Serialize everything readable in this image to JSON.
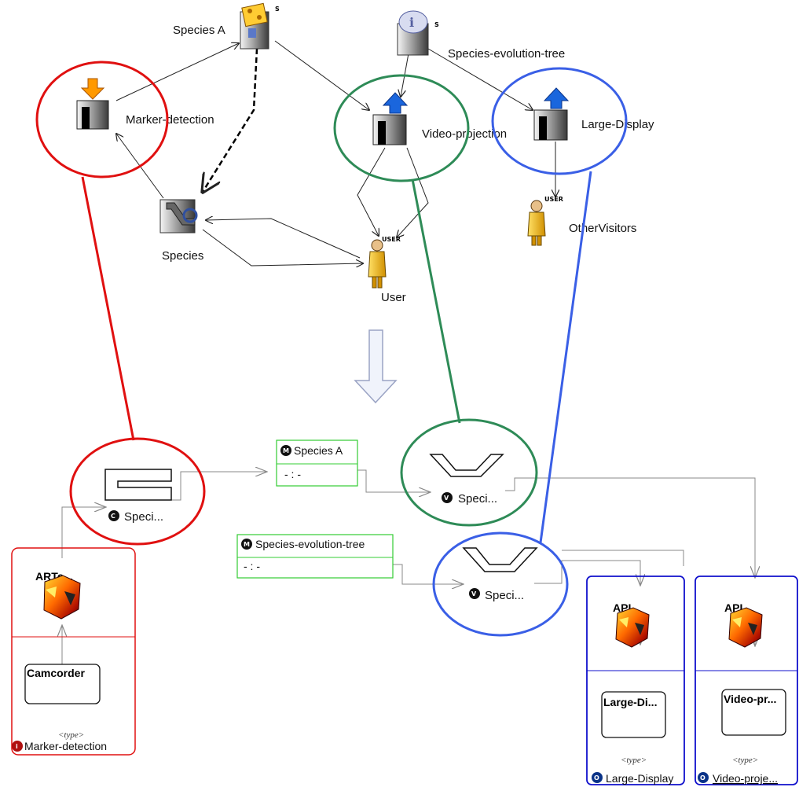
{
  "top": {
    "species_a": "Species A",
    "species_evolution_tree": "Species-evolution-tree",
    "marker_detection": "Marker-detection",
    "video_projection": "Video-projection",
    "large_display": "Large-Display",
    "species": "Species",
    "user": "User",
    "other_visitors": "OtherVisitors",
    "store_badge": "S",
    "user_badge": "USER"
  },
  "bottom": {
    "species_a_model": "Species A",
    "species_evolution_tree_model": "Species-evolution-tree",
    "model_field": "- : -",
    "controller_label": "Speci...",
    "view1_label": "Speci...",
    "view2_label": "Speci...",
    "artoolkit": "ARTo...",
    "camcorder": "Camcorder",
    "type_stereotype": "<type>",
    "marker_detection": "Marker-detection",
    "api1": "API...",
    "api2": "API...",
    "large_di": "Large-Di...",
    "video_pr": "Video-pr...",
    "large_display": "Large-Display",
    "video_proje": "Video-proje...",
    "badge_model": "M",
    "badge_view": "V",
    "badge_controller": "C",
    "badge_interactor": "i",
    "badge_output": "O"
  },
  "colors": {
    "red": "#e01010",
    "green": "#2e8b57",
    "blue": "#3a5fe6",
    "model_green": "#33cc33",
    "box_blue": "#1010cc",
    "arrow_grey": "#888888"
  }
}
